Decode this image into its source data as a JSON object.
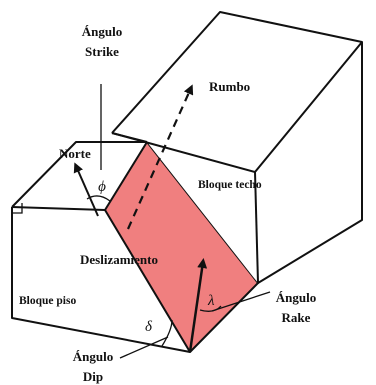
{
  "labels": {
    "strike_angle_line1": "Ángulo",
    "strike_angle_line2": "Strike",
    "strike_direction": "Rumbo",
    "north": "Norte",
    "hanging_wall": "Bloque techo",
    "slip": "Deslizamiento",
    "footwall": "Bloque piso",
    "rake_angle_line1": "Ángulo",
    "rake_angle_line2": "Rake",
    "dip_angle_line1": "Ángulo",
    "dip_angle_line2": "Dip"
  },
  "symbols": {
    "strike": "ϕ",
    "rake": "λ",
    "dip": "δ"
  },
  "colors": {
    "fault_plane": "#f07f7f",
    "lines": "#111111"
  }
}
